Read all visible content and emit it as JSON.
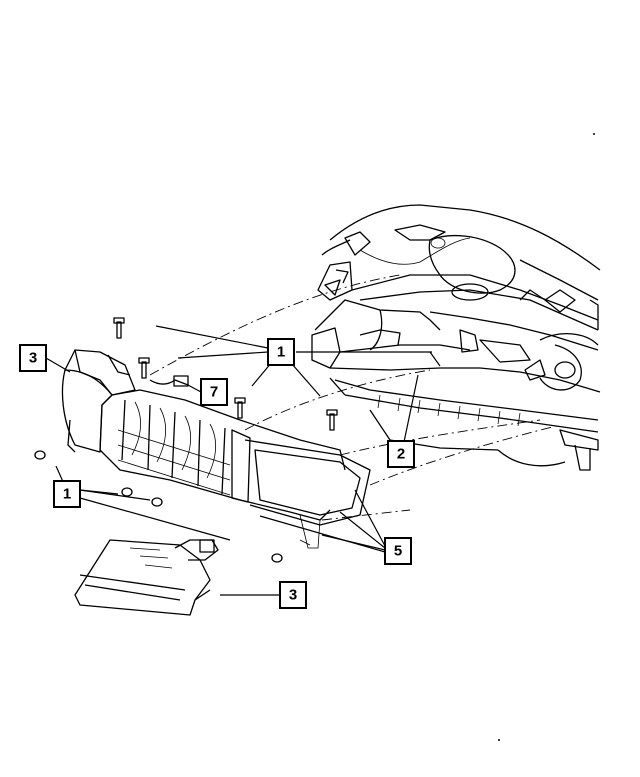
{
  "diagram": {
    "callouts": [
      {
        "id": "callout-1-top",
        "label": "1"
      },
      {
        "id": "callout-1-bottom",
        "label": "1"
      },
      {
        "id": "callout-2",
        "label": "2"
      },
      {
        "id": "callout-3-left",
        "label": "3"
      },
      {
        "id": "callout-3-bottom",
        "label": "3"
      },
      {
        "id": "callout-5",
        "label": "5"
      },
      {
        "id": "callout-7",
        "label": "7"
      }
    ]
  },
  "colors": {
    "ink": "#000000",
    "paper": "#ffffff"
  }
}
